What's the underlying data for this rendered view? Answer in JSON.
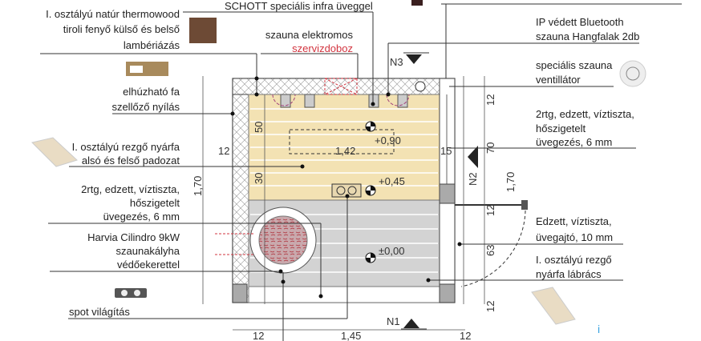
{
  "title_top": "SCHOTT speciális infra üveggel",
  "labels_left": {
    "cladding": [
      "I. osztályú natúr thermowood",
      "tiroli fenyő külső és belső",
      "lambériázás"
    ],
    "vent": [
      "elhúzható fa",
      "szellőző nyílás"
    ],
    "benches": [
      "I. osztályú rezgő nyárfa",
      "alsó és felső padozat"
    ],
    "glazing": [
      "2rtg, edzett, víztiszta,",
      "hőszigetelt",
      "üvegezés, 6 mm"
    ],
    "heater": [
      "Harvia Cilindro 9kW",
      "szaunakályha",
      "védőekerettel"
    ],
    "spot": "spot világítás"
  },
  "label_service_box": [
    "szauna elektromos",
    "szervizdoboz"
  ],
  "labels_right": {
    "speakers": [
      "IP védett Bluetooth",
      "szauna Hangfalak 2db"
    ],
    "fan": [
      "speciális szauna",
      "ventillátor"
    ],
    "glazing": [
      "2rtg, edzett, víztiszta,",
      "hőszigetelt",
      "üvegezés, 6 mm"
    ],
    "door": [
      "Edzett, víztiszta,",
      "üvegajtó, 10 mm"
    ],
    "floor_grate": [
      "I. osztályú rezgő",
      "nyárfa lábrács"
    ]
  },
  "section_marks": {
    "n1": "N1",
    "n2": "N2",
    "n3": "N3"
  },
  "levels": {
    "upper": "+0,90",
    "lower": "+0,45",
    "floor": "±0,00"
  },
  "dimensions": {
    "wall_left": "12",
    "bench_upper": "50",
    "bench_lower": "30",
    "bench_length": "1,42",
    "gap": "15",
    "height_left": "1,70",
    "right_12a": "12",
    "right_70": "70",
    "right_12b": "12",
    "right_63": "63",
    "right_12c": "12",
    "height_right": "1,70",
    "bottom_12a": "12",
    "bottom_width": "1,45",
    "bottom_12b": "12"
  },
  "colors": {
    "bench": "#f3e2b3",
    "floor": "#d3d3d3",
    "accent_red": "#d2343f",
    "wood_dark": "#6d4a35"
  }
}
